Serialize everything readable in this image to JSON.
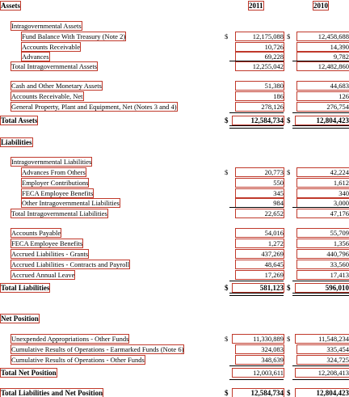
{
  "header": {
    "section": "Assets",
    "col2011": "2011",
    "col2010": "2010"
  },
  "dollar": "$",
  "assets": {
    "intragov_heading": "Intragovernmental Assets",
    "fbwt": {
      "label": "Fund Balance With Treasury (Note 2)",
      "v2011": "12,175,088",
      "v2010": "12,458,688"
    },
    "ar": {
      "label": "Accounts Receivable",
      "v2011": "10,726",
      "v2010": "14,390"
    },
    "advances": {
      "label": "Advances",
      "v2011": "69,228",
      "v2010": "9,782"
    },
    "total_intragov": {
      "label": "Total Intragovernmental Assets",
      "v2011": "12,255,042",
      "v2010": "12,482,860"
    },
    "cash": {
      "label": "Cash and Other Monetary Assets",
      "v2011": "51,380",
      "v2010": "44,683"
    },
    "ar_net": {
      "label": "Accounts Receivable, Net",
      "v2011": "186",
      "v2010": "126"
    },
    "ppe": {
      "label": "General Property, Plant and Equipment, Net (Notes 3 and 4)",
      "v2011": "278,126",
      "v2010": "276,754"
    },
    "total": {
      "label": "Total Assets",
      "v2011": "12,584,734",
      "v2010": "12,804,423"
    }
  },
  "liabilities": {
    "section": "Liabilities",
    "intragov_heading": "Intragovernmental Liabilities",
    "advances_from_others": {
      "label": "Advances From Others",
      "v2011": "20,773",
      "v2010": "42,224"
    },
    "employer_contrib": {
      "label": "Employer Contributions",
      "v2011": "550",
      "v2010": "1,612"
    },
    "feca_intragov": {
      "label": "FECA Employee Benefits",
      "v2011": "345",
      "v2010": "340"
    },
    "other_intragov": {
      "label": "Other Intragovernmental Liabilities",
      "v2011": "984",
      "v2010": "3,000"
    },
    "total_intragov": {
      "label": "Total Intragovernmental Liabilities",
      "v2011": "22,652",
      "v2010": "47,176"
    },
    "ap": {
      "label": "Accounts Payable",
      "v2011": "54,016",
      "v2010": "55,709"
    },
    "feca": {
      "label": "FECA Employee Benefits",
      "v2011": "1,272",
      "v2010": "1,356"
    },
    "grants": {
      "label": "Accrued Liabilities - Grants",
      "v2011": "437,269",
      "v2010": "440,796"
    },
    "contracts": {
      "label": "Accrued Liabilities - Contracts and Payroll",
      "v2011": "48,645",
      "v2010": "33,560"
    },
    "leave": {
      "label": "Accrued Annual Leave",
      "v2011": "17,269",
      "v2010": "17,413"
    },
    "total": {
      "label": "Total Liabilities",
      "v2011": "581,123",
      "v2010": "596,010"
    }
  },
  "net_position": {
    "section": "Net Position",
    "unexpended": {
      "label": "Unexpended Appropriations - Other Funds",
      "v2011": "11,330,889",
      "v2010": "11,548,234"
    },
    "earmarked": {
      "label": "Cumulative Results of Operations - Earmarked Funds (Note 6)",
      "v2011": "324,083",
      "v2010": "335,454"
    },
    "other_funds": {
      "label": "Cumulative Results of Operations - Other Funds",
      "v2011": "348,639",
      "v2010": "324,725"
    },
    "total": {
      "label": "Total Net Position",
      "v2011": "12,003,611",
      "v2010": "12,208,413"
    }
  },
  "grand_total": {
    "label": "Total Liabilities and Net Position",
    "v2011": "12,584,734",
    "v2010": "12,804,423"
  }
}
